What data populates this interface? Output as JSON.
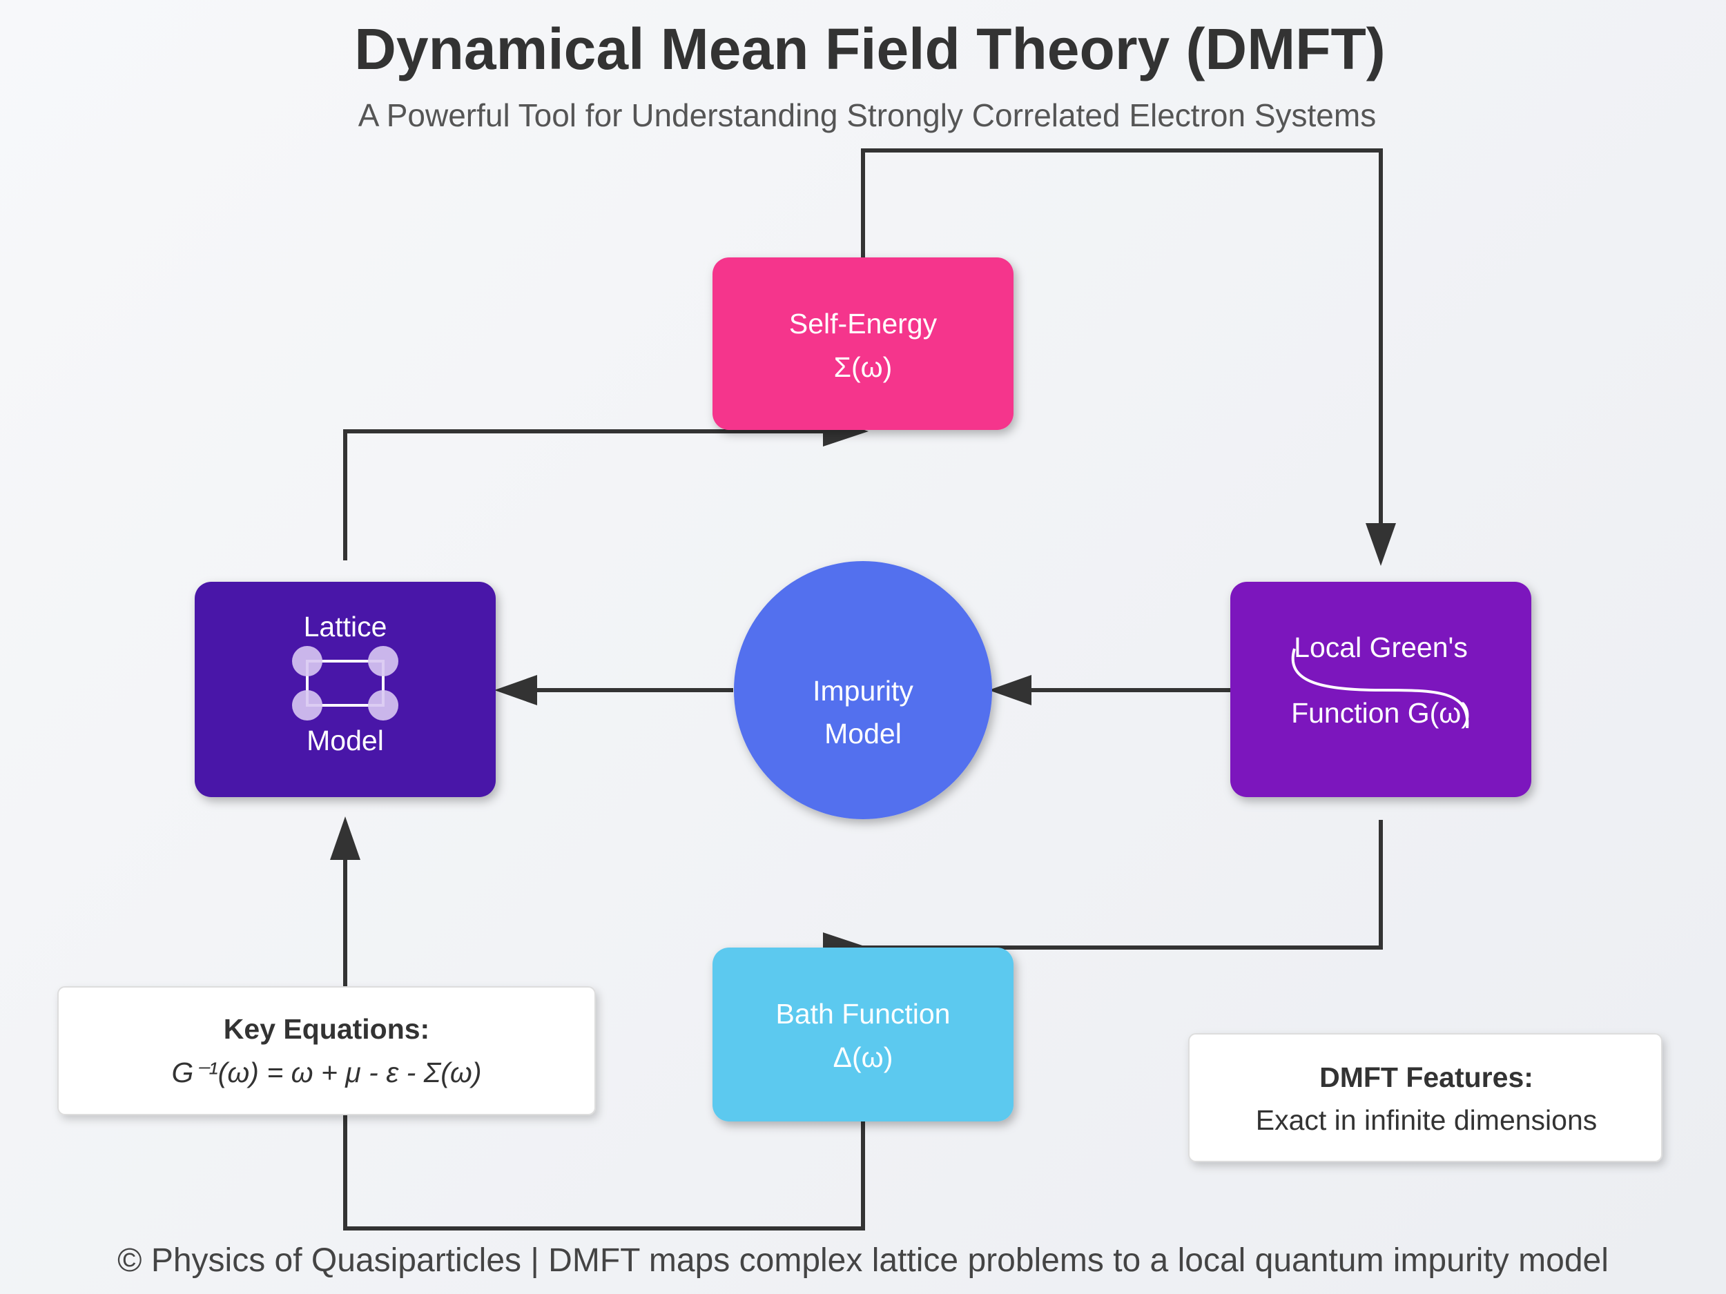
{
  "title": "Dynamical Mean Field Theory (DMFT)",
  "subtitle": "A Powerful Tool for Understanding Strongly Correlated Electron Systems",
  "nodes": {
    "self_energy": {
      "label": "Self-Energy",
      "symbol": "Σ(ω)",
      "color": "#f5358c"
    },
    "lattice": {
      "label_top": "Lattice",
      "label_bottom": "Model",
      "color": "#4a17a8"
    },
    "impurity": {
      "label_top": "Impurity",
      "label_bottom": "Model",
      "color": "#5370ee"
    },
    "green": {
      "label": "Local Green's",
      "symbol": "Function G(ω)",
      "color": "#7b19bd"
    },
    "bath": {
      "label": "Bath Function",
      "symbol": "Δ(ω)",
      "color": "#5bc9ef"
    }
  },
  "key_equations": {
    "title": "Key Equations:",
    "equation": "G⁻¹(ω) = ω + μ - ε - Σ(ω)"
  },
  "features": {
    "title": "DMFT Features:",
    "text": "Exact in infinite dimensions"
  },
  "footer": "© Physics of Quasiparticles | DMFT maps complex lattice problems to a local quantum impurity model"
}
